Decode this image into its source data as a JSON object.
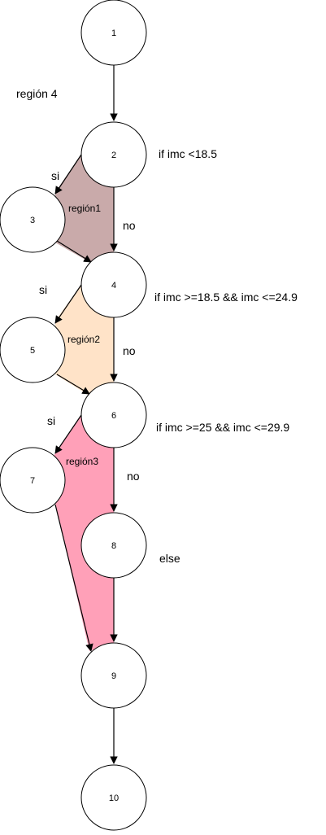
{
  "colors": {
    "region1": "#c9aaaa",
    "region2": "#ffe3c8",
    "region3": "#ffa0b8",
    "stroke": "#000000",
    "node_fill": "#ffffff"
  },
  "nodes": [
    "1",
    "2",
    "3",
    "4",
    "5",
    "6",
    "7",
    "8",
    "9",
    "10"
  ],
  "conditions": {
    "n2": "if imc <18.5",
    "n4": "if imc >=18.5 && imc <=24.9",
    "n6": "if imc >=25 && imc <=29.9",
    "n8": "else"
  },
  "branches": {
    "si_1": "si",
    "no_1": "no",
    "si_2": "si",
    "no_2": "no",
    "si_3": "si",
    "no_3": "no"
  },
  "regions": {
    "r1": "región1",
    "r2": "región2",
    "r3": "región3",
    "r4": "región 4"
  }
}
